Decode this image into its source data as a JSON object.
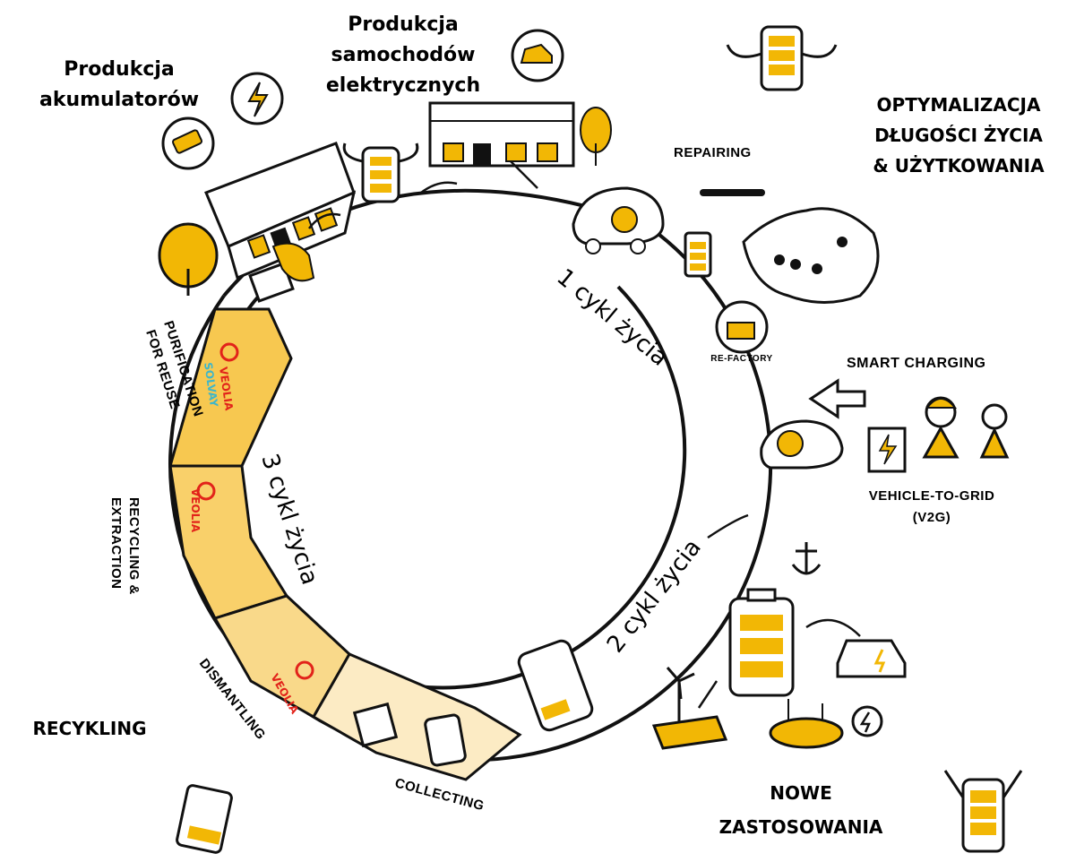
{
  "labels": {
    "production_batteries": [
      "Produkcja",
      "akumulatorów"
    ],
    "production_cars": [
      "Produkcja",
      "samochodów",
      "elektrycznych"
    ],
    "optimization": [
      "OPTYMALIZACJA",
      "DŁUGOŚCI ŻYCIA",
      "& UŻYTKOWANIA"
    ],
    "repairing": "REPAIRING",
    "refactory": "RE-FACTORY",
    "smart_charging": "SMART CHARGING",
    "v2g": [
      "VEHICLE-TO-GRID",
      "(V2G)"
    ],
    "new_uses": [
      "NOWE",
      "ZASTOSOWANIA"
    ],
    "recycling": "RECYKLING",
    "collecting": "COLLECTING",
    "dismantling": "DISMANTLING",
    "recycling_extraction": [
      "RECYCLING &",
      "EXTRACTION"
    ],
    "purification": [
      "PURIFICATION",
      "FOR REUSE"
    ],
    "veolia": "VEOLIA",
    "solvay": "SOLVAY"
  },
  "cycles": {
    "first": "1 cykl życia",
    "second": "2 cykl życia",
    "third": "3 cykl życia"
  },
  "colors": {
    "accent": "#f2b705",
    "segment_dark": "#f7c850",
    "segment_mid": "#f9d98a",
    "segment_light": "#fcebc4",
    "veolia_red": "#e2231a",
    "solvay_teal": "#3fb6c9",
    "ink": "#111111"
  }
}
